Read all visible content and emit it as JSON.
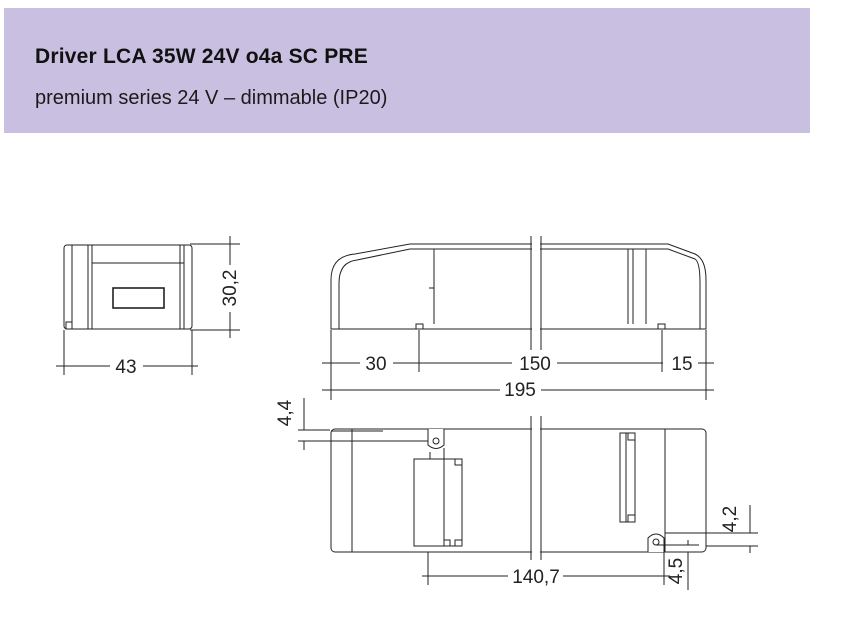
{
  "header": {
    "title": "Driver LCA 35W 24V o4a SC PRE",
    "subtitle": "premium series 24 V – dimmable (IP20)",
    "background_color": "#c9c0e1"
  },
  "drawing": {
    "line_color": "#222222",
    "dimensions": {
      "end_view_height": "30,2",
      "end_view_width": "43",
      "left_section": "30",
      "middle_section": "150",
      "right_section": "15",
      "total_length": "195",
      "top_offset": "4,4",
      "right_offset": "4,2",
      "mount_hole_spacing": "140,7",
      "bottom_offset": "4,5"
    }
  }
}
